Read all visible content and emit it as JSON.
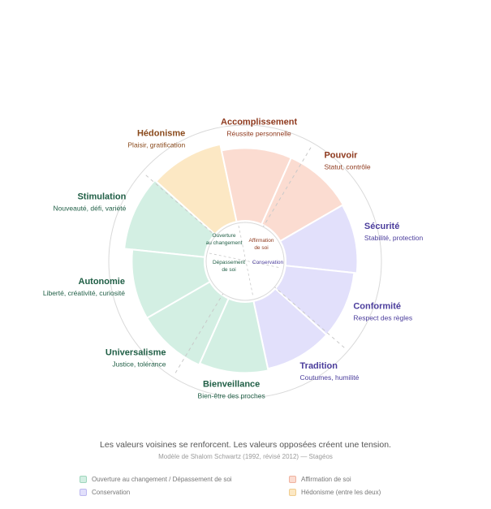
{
  "colors": {
    "openness_fill": "#d3efe3",
    "openness_text": "#1f5e45",
    "enhancement_fill": "#fbdcd1",
    "enhancement_text": "#8f3a1e",
    "hedonism_fill": "#fce8c4",
    "hedonism_text": "#8a4a1c",
    "conservation_fill": "#e2e0fb",
    "conservation_text": "#4b3d9c",
    "ring_stroke": "#d9d9d9",
    "dash_stroke": "#c9c9c9"
  },
  "values": [
    {
      "name": "Stimulation",
      "desc": "Nouveauté, défi, variété",
      "group": "openness",
      "magnitude": 0.89
    },
    {
      "name": "Hédonisme",
      "desc": "Plaisir, gratification",
      "group": "hedonism",
      "magnitude": 0.87
    },
    {
      "name": "Accomplissement",
      "desc": "Réussite personnelle",
      "group": "enhancement",
      "magnitude": 0.8
    },
    {
      "name": "Pouvoir",
      "desc": "Statut, contrôle",
      "group": "enhancement",
      "magnitude": 0.8
    },
    {
      "name": "Sécurité",
      "desc": "Stabilité, protection",
      "group": "conservation",
      "magnitude": 0.79
    },
    {
      "name": "Conformité",
      "desc": "Respect des règles",
      "group": "conservation",
      "magnitude": 0.76
    },
    {
      "name": "Tradition",
      "desc": "Coutumes, humilité",
      "group": "conservation",
      "magnitude": 0.76
    },
    {
      "name": "Bienveillance",
      "desc": "Bien-être des proches",
      "group": "openness",
      "magnitude": 0.78
    },
    {
      "name": "Universalisme",
      "desc": "Justice, tolérance",
      "group": "openness",
      "magnitude": 0.8
    },
    {
      "name": "Autonomie",
      "desc": "Liberté, créativité, curiosité",
      "group": "openness",
      "magnitude": 0.8
    }
  ],
  "quadrants": {
    "openness": [
      "Ouverture",
      "au changement"
    ],
    "enhancement": [
      "Affirmation",
      "de soi"
    ],
    "transcendence": [
      "Dépassement",
      "de soi"
    ],
    "conservation": [
      "Conservation"
    ]
  },
  "caption": {
    "main": "Les valeurs voisines se renforcent. Les valeurs opposées créent une tension.",
    "sub": "Modèle de Shalom Schwartz (1992, révisé 2012) — Stagéos"
  },
  "legend": [
    {
      "label": "Ouverture au changement / Dépassement de soi",
      "fill": "#d3efe3",
      "stroke": "#9fd6bd"
    },
    {
      "label": "Affirmation de soi",
      "fill": "#fbdcd1",
      "stroke": "#f0b3a0"
    },
    {
      "label": "Conservation",
      "fill": "#e2e0fb",
      "stroke": "#bdb8f0"
    },
    {
      "label": "Hédonisme (entre les deux)",
      "fill": "#fce8c4",
      "stroke": "#f0cd8f"
    }
  ]
}
